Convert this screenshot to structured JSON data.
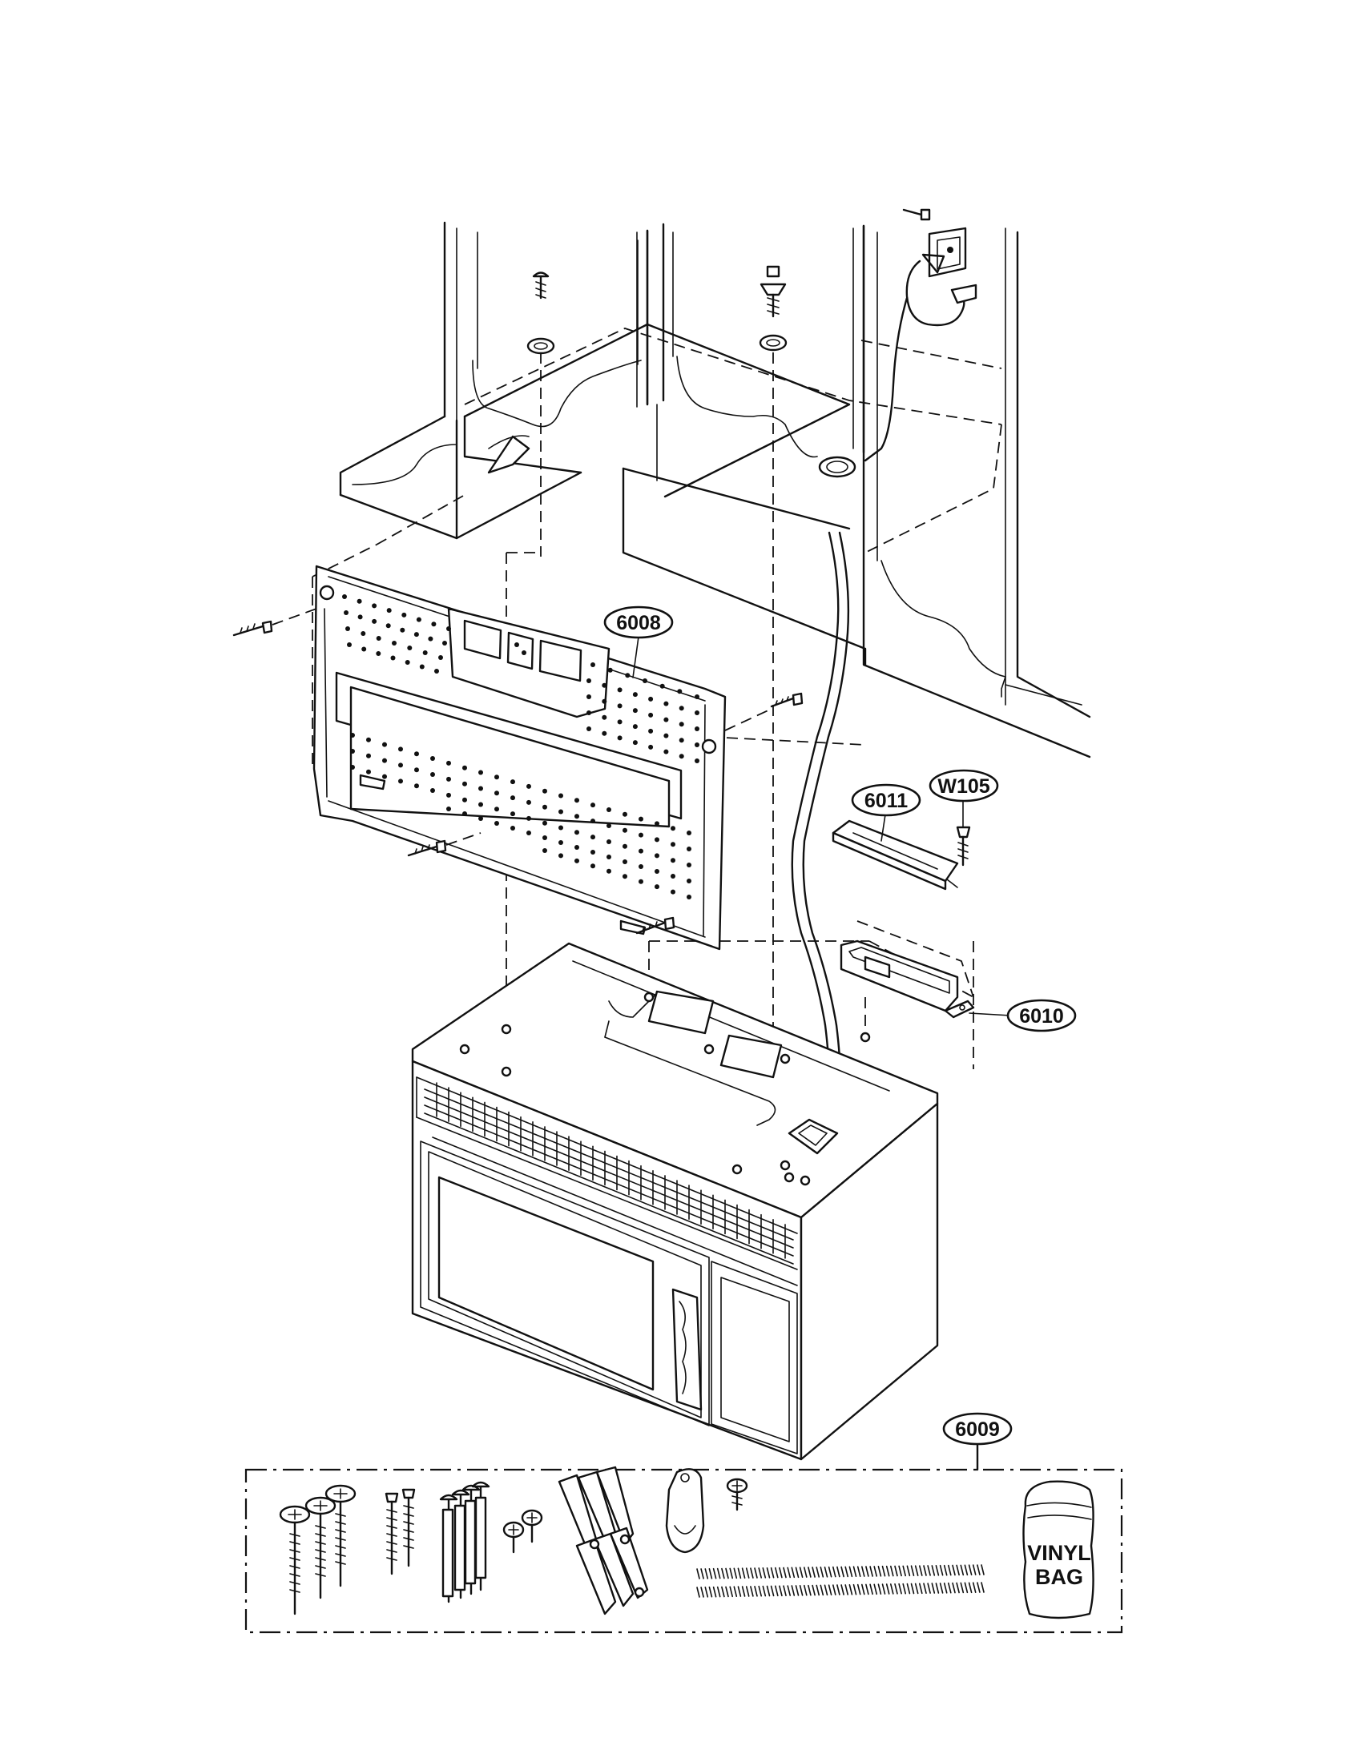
{
  "callouts": {
    "c6008": "6008",
    "cW105": "W105",
    "c6011": "6011",
    "c6010": "6010",
    "c6009": "6009"
  },
  "vinyl_bag": {
    "line1": "VINYL",
    "line2": "BAG"
  }
}
